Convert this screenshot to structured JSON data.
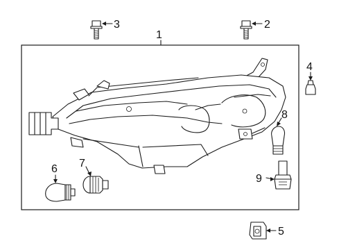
{
  "diagram": {
    "callouts": [
      {
        "id": "1",
        "part": "headlamp-assembly"
      },
      {
        "id": "2",
        "part": "bolt-right"
      },
      {
        "id": "3",
        "part": "bolt-left"
      },
      {
        "id": "4",
        "part": "clip-nut"
      },
      {
        "id": "5",
        "part": "retainer-clip"
      },
      {
        "id": "6",
        "part": "side-marker-bulb"
      },
      {
        "id": "7",
        "part": "bulb-socket"
      },
      {
        "id": "8",
        "part": "turn-signal-bulb"
      },
      {
        "id": "9",
        "part": "bulb-socket-assembly"
      }
    ]
  }
}
